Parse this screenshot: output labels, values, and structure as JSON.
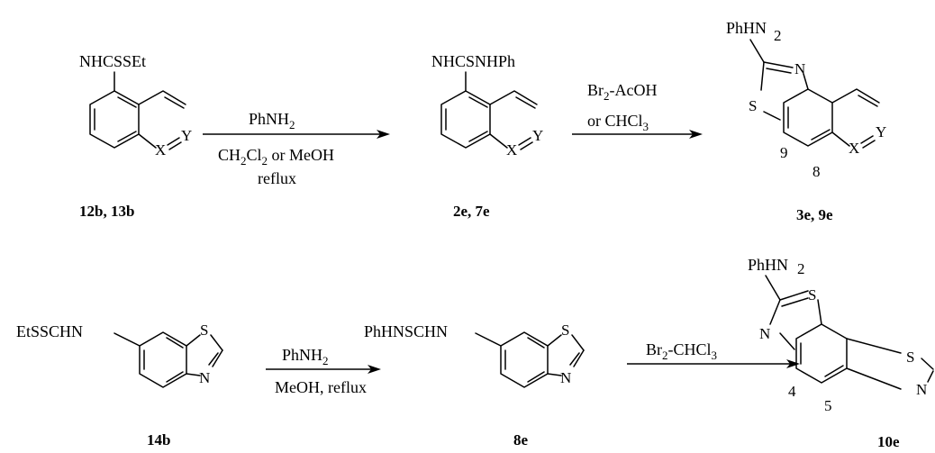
{
  "row1": {
    "sm": {
      "substituent": "NHCSSEt",
      "x_atom": "X",
      "y_atom": "Y",
      "label": "12b, 13b"
    },
    "step1": {
      "reagent": "PhNH2",
      "solvent": "CH2Cl2 or MeOH",
      "cond": "reflux"
    },
    "int": {
      "substituent": "NHCSNHPh",
      "x_atom": "X",
      "y_atom": "Y",
      "label": "2e, 7e"
    },
    "step2": {
      "reagent": "Br2-AcOH",
      "alt": "or CHCl3"
    },
    "prod": {
      "amine": "PhHN",
      "pos2": "2",
      "n_atom": "N",
      "s_atom": "S",
      "pos9": "9",
      "pos8": "8",
      "x_atom": "X",
      "y_atom": "Y",
      "label": "3e, 9e"
    }
  },
  "row2": {
    "sm": {
      "substituent": "EtSSCHN",
      "s_atom": "S",
      "n_atom": "N",
      "label": "14b"
    },
    "step1": {
      "reagent": "PhNH2",
      "cond": "MeOH, reflux"
    },
    "int": {
      "substituent": "PhHNSCHN",
      "s_atom": "S",
      "n_atom": "N",
      "label": "8e"
    },
    "step2": {
      "reagent": "Br2-CHCl3"
    },
    "prod": {
      "amine": "PhHN",
      "pos2": "2",
      "s1_atom": "S",
      "n1_atom": "N",
      "s2_atom": "S",
      "n2_atom": "N",
      "pos4": "4",
      "pos5": "5",
      "label": "10e"
    }
  }
}
